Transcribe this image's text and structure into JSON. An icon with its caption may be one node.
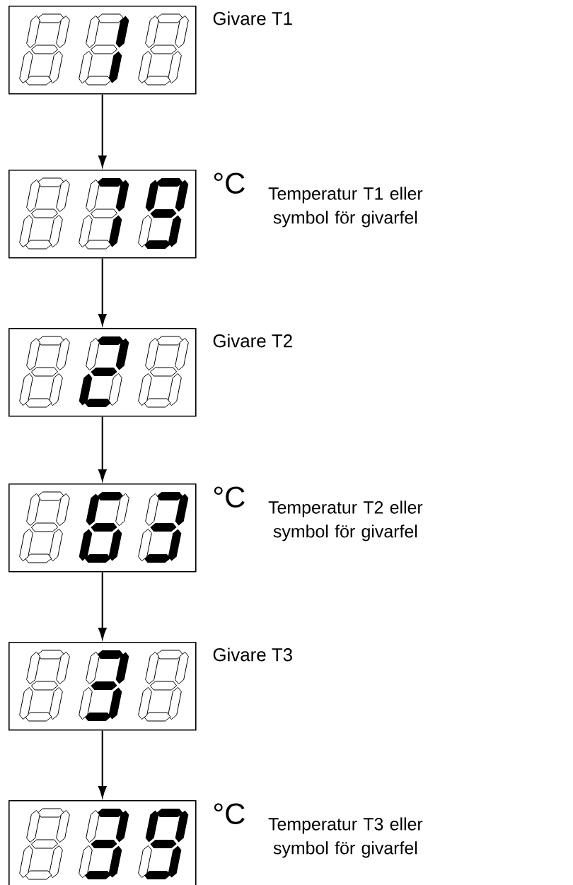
{
  "diagram": {
    "nodes": [
      {
        "text": [],
        "shape": "picture",
        "beside": [
          "Givare T1"
        ]
      },
      {
        "text": [],
        "shape": "picture",
        "beside": [
          "°C",
          "Temperatur T1 eller symbol för givarfel"
        ]
      },
      {
        "text": [],
        "shape": "picture",
        "beside": [
          "Givare T2"
        ]
      },
      {
        "text": [],
        "shape": "picture",
        "beside": [
          "°C",
          "Temperatur T2 eller symbol för givarfel"
        ]
      },
      {
        "text": [],
        "shape": "picture",
        "beside": [
          "Givare T3"
        ]
      },
      {
        "text": [],
        "shape": "picture",
        "beside": [
          "°C",
          "Temperatur T3 eller symbol för givarfel"
        ]
      }
    ],
    "edges": [
      {
        "from": 0,
        "to": 1,
        "arrow": "to"
      },
      {
        "from": 1,
        "to": 2,
        "arrow": "to"
      },
      {
        "from": 2,
        "to": 3,
        "arrow": "to"
      },
      {
        "from": 3,
        "to": 4,
        "arrow": "to"
      },
      {
        "from": 4,
        "to": 5,
        "arrow": "to"
      }
    ]
  }
}
